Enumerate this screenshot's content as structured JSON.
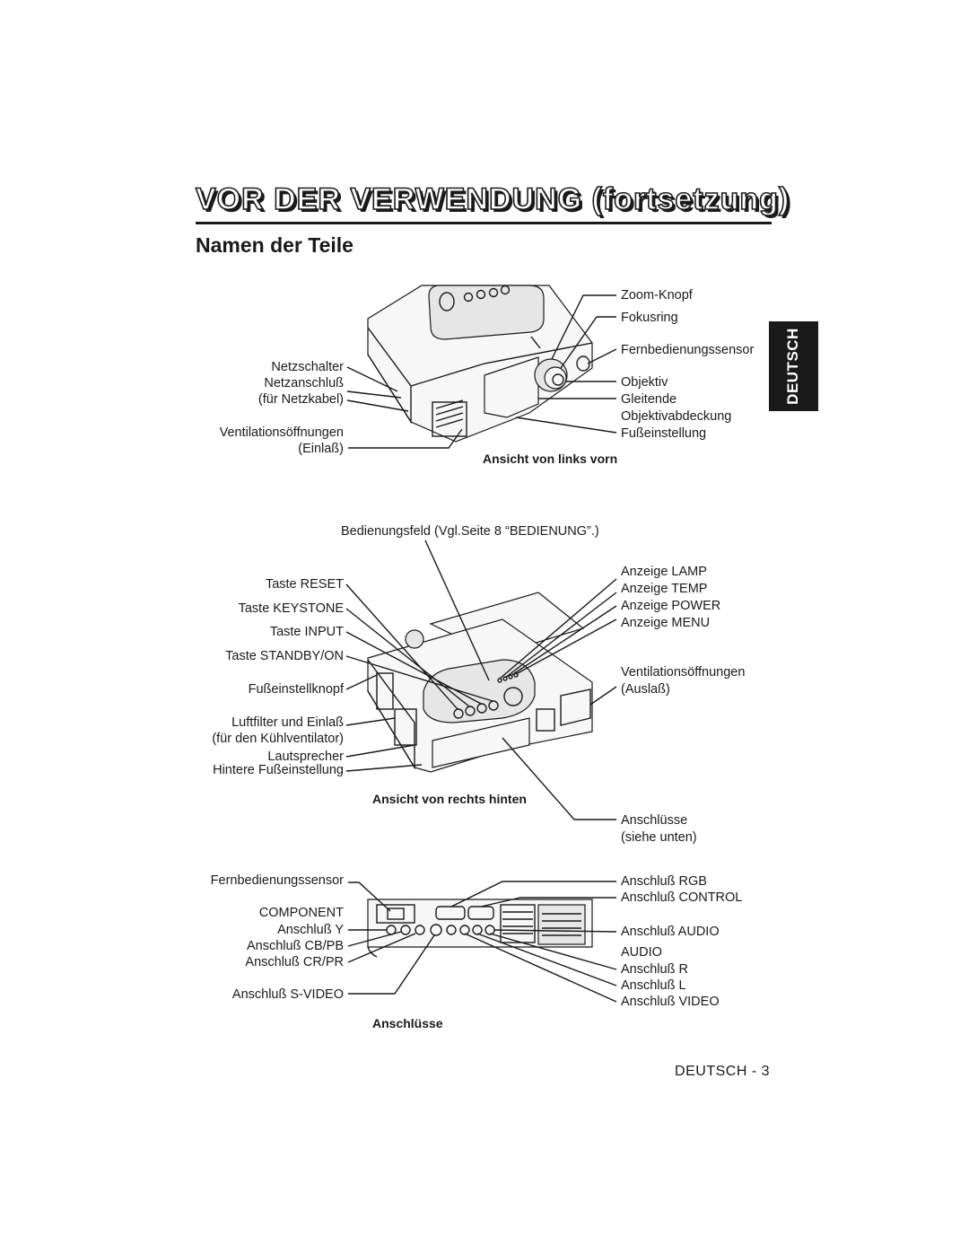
{
  "header": {
    "title": "VOR DER VERWENDUNG (fortsetzung)",
    "subtitle": "Namen der Teile",
    "side_tab": "DEUTSCH"
  },
  "front_view": {
    "caption": "Ansicht von links vorn",
    "labels_left": [
      "Netzschalter",
      "Netzanschluß",
      "(für Netzkabel)",
      "Ventilationsöffnungen",
      "(Einlaß)"
    ],
    "labels_right": [
      "Zoom-Knopf",
      "Fokusring",
      "Fernbedienungssensor",
      "Objektiv",
      "Gleitende",
      "Objektivabdeckung",
      "Fußeinstellung"
    ]
  },
  "rear_view": {
    "caption": "Ansicht von rechts hinten",
    "top_label": "Bedienungsfeld (Vgl.Seite 8 “BEDIENUNG”.)",
    "labels_left": [
      "Taste RESET",
      "Taste KEYSTONE",
      "Taste INPUT",
      "Taste STANDBY/ON",
      "Fußeinstellknopf",
      "Luftfilter und Einlaß",
      "(für den Kühlventilator)",
      "Lautsprecher",
      "Hintere Fußeinstellung"
    ],
    "labels_right": [
      "Anzeige LAMP",
      "Anzeige TEMP",
      "Anzeige POWER",
      "Anzeige MENU",
      "Ventilationsöffnungen",
      "(Auslaß)",
      "Anschlüsse",
      "(siehe unten)"
    ]
  },
  "connectors": {
    "caption": "Anschlüsse",
    "labels_left": [
      "Fernbedienungssensor",
      "COMPONENT",
      "Anschluß Y",
      "Anschluß CB/PB",
      "Anschluß CR/PR",
      "Anschluß S-VIDEO"
    ],
    "labels_right": [
      "Anschluß RGB",
      "Anschluß CONTROL",
      "Anschluß AUDIO",
      "AUDIO",
      "Anschluß R",
      "Anschluß L",
      "Anschluß VIDEO"
    ]
  },
  "footer": {
    "page": "DEUTSCH - 3"
  }
}
